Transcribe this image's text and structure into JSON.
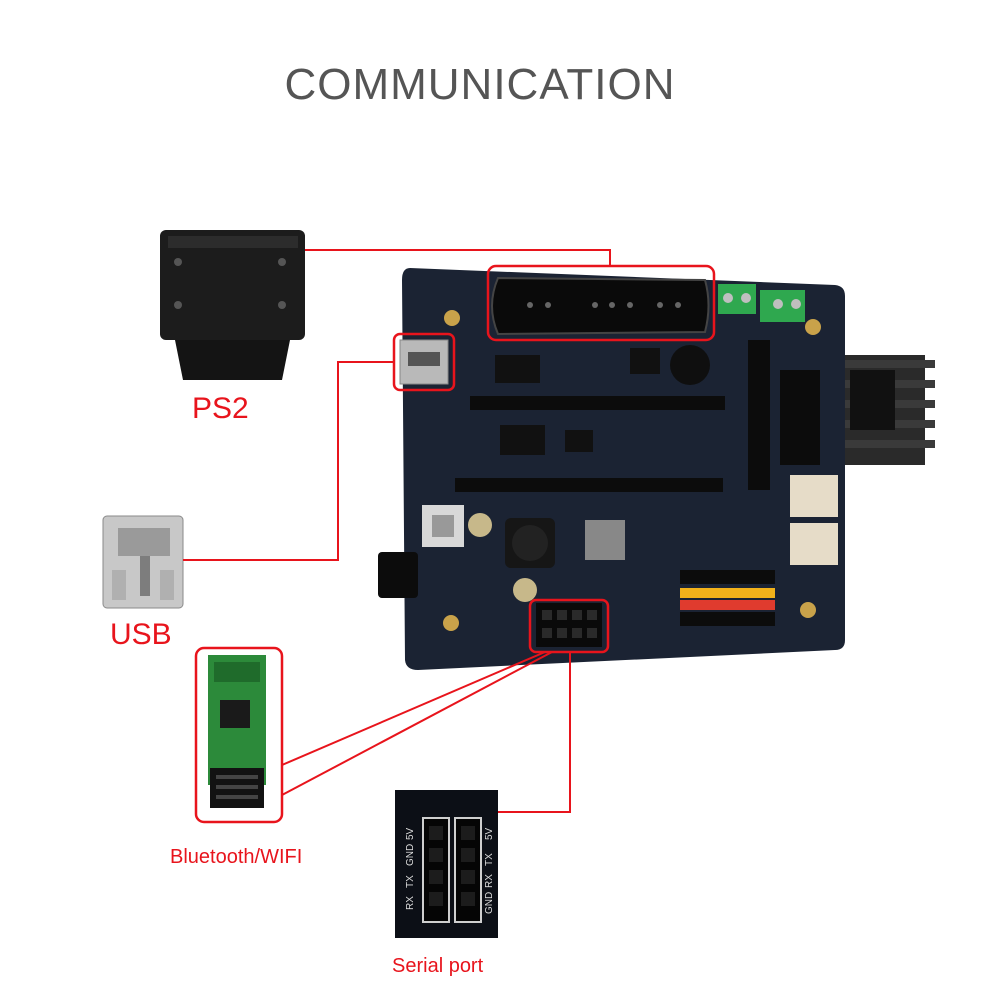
{
  "title": "COMMUNICATION",
  "labels": {
    "ps2": "PS2",
    "usb": "USB",
    "bluetooth_wifi": "Bluetooth/WIFI",
    "serial_port": "Serial port"
  },
  "serial_pins": {
    "left_column": [
      "RX",
      "TX",
      "GND",
      "5V"
    ],
    "right_column": [
      "GND",
      "RX",
      "TX",
      "5V"
    ]
  },
  "colors": {
    "callout": "#e8141c",
    "pcb": "#1b2333",
    "title": "#555555"
  }
}
